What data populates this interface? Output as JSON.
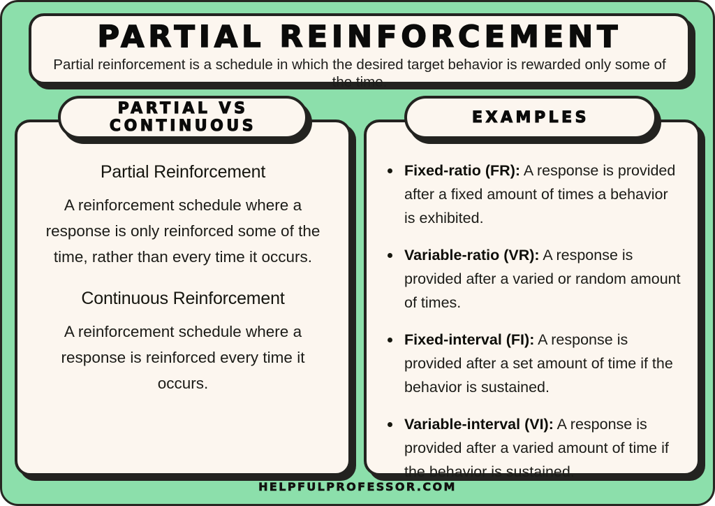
{
  "poster": {
    "background_color": "#8CDFAB",
    "card_color": "#FCF6EF",
    "ink_color": "#232320"
  },
  "title": {
    "heading": "PARTIAL REINFORCEMENT",
    "subtitle": "Partial reinforcement is a schedule in which the desired target behavior is rewarded only some of the time."
  },
  "left_panel": {
    "pill_label": "PARTIAL VS\nCONTINUOUS",
    "entries": [
      {
        "term": "Partial Reinforcement",
        "definition": "A reinforcement schedule where a response is only reinforced some of the time, rather than every time it occurs."
      },
      {
        "term": "Continuous Reinforcement",
        "definition": "A reinforcement schedule where a response is reinforced every time it occurs."
      }
    ]
  },
  "right_panel": {
    "pill_label": "EXAMPLES",
    "items": [
      {
        "term": "Fixed-ratio (FR):",
        "description": " A response is provided after a fixed amount of times a behavior is exhibited."
      },
      {
        "term": "Variable-ratio (VR):",
        "description": " A response is provided after a varied or random amount of times."
      },
      {
        "term": "Fixed-interval (FI):",
        "description": " A response is provided after a set amount of time if the behavior is sustained."
      },
      {
        "term": "Variable-interval (VI):",
        "description": " A response is provided after a varied amount of time if the behavior is sustained."
      }
    ]
  },
  "footer": {
    "source": "HELPFULPROFESSOR.COM"
  }
}
